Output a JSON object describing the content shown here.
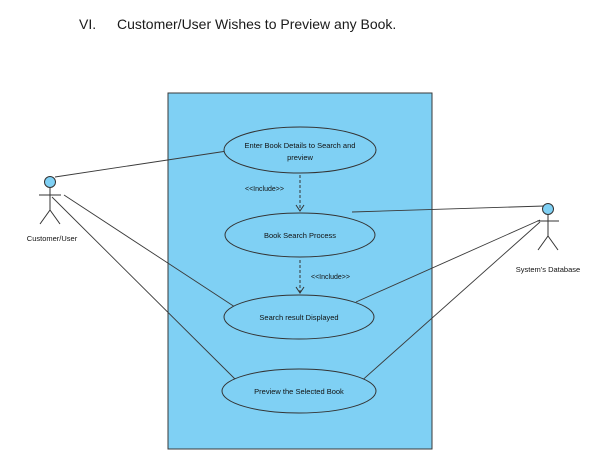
{
  "heading": {
    "number": "VI.",
    "title": "Customer/User Wishes to Preview any Book."
  },
  "diagram": {
    "type": "use-case",
    "colors": {
      "system_fill": "#7fd0f4",
      "system_stroke": "#3a3a3a",
      "usecase_fill": "#7fd0f4",
      "actor_head": "#7fd0f4",
      "line": "#3a3a3a"
    },
    "actors": {
      "customer": "Customer/User",
      "database": "System's Database"
    },
    "use_cases": {
      "enter_details_line1": "Enter Book Details to Search and",
      "enter_details_line2": "preview",
      "search_process": "Book Search Process",
      "result_displayed": "Search result Displayed",
      "preview_selected": "Preview the Selected Book"
    },
    "relations": {
      "include_1": "<<Include>>",
      "include_2": "<<Include>>"
    }
  }
}
